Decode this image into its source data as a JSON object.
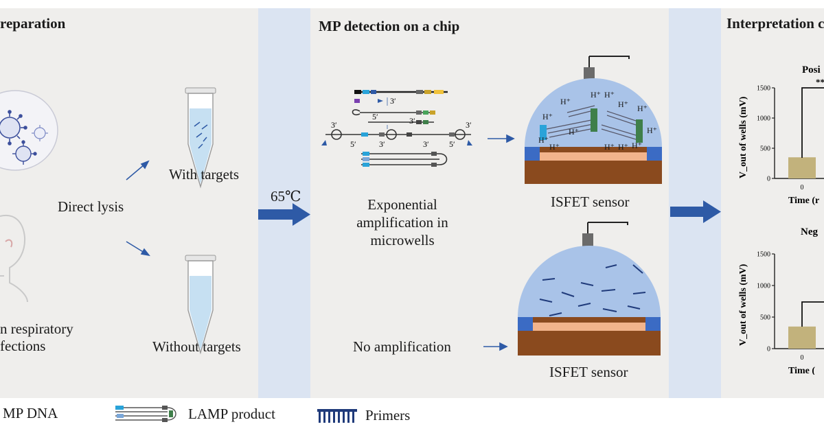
{
  "panels": {
    "left_title": "reparation",
    "middle_title": "MP detection on a chip",
    "right_title": "Interpretation c"
  },
  "left": {
    "direct_lysis": "Direct lysis",
    "with_targets": "With targets",
    "without_targets": "Without targets",
    "patient_line1": "n respiratory",
    "patient_line2": "fections"
  },
  "temperature": "65℃",
  "middle": {
    "exponential_line1": "Exponential",
    "exponential_line2": "amplification in",
    "exponential_line3": "microwells",
    "no_amplification": "No amplification",
    "sensor_top": "ISFET sensor",
    "sensor_bottom": "ISFET sensor",
    "proton": "H⁺",
    "prime3": "3′",
    "prime5": "5′"
  },
  "legend": {
    "mp_dna": "MP DNA",
    "lamp_product": "LAMP product",
    "primers": "Primers"
  },
  "colors": {
    "panel_bg": "#efeeec",
    "band": "#dbe4f2",
    "arrow": "#2e5aa6",
    "dome": "#a9c3e8",
    "substrate": "#8a4a1e",
    "electrode_layer": "#f2b48c",
    "contact": "#3b6bc4",
    "bar": "#c2b27c",
    "virus": "#3c4f9c"
  },
  "chart_data": [
    {
      "type": "bar",
      "title": "Posi",
      "ylabel": "V_out of wells (mV)",
      "xlabel": "Time (r",
      "ylim": [
        0,
        1500
      ],
      "yticks": [
        0,
        500,
        1000,
        1500
      ],
      "categories": [
        "0"
      ],
      "values": [
        350
      ],
      "significance": "**"
    },
    {
      "type": "bar",
      "title": "Neg",
      "ylabel": "V_out of wells (mV)",
      "xlabel": "Time (",
      "ylim": [
        0,
        1500
      ],
      "yticks": [
        0,
        500,
        1000,
        1500
      ],
      "categories": [
        "0"
      ],
      "values": [
        350
      ],
      "significance": ""
    }
  ]
}
